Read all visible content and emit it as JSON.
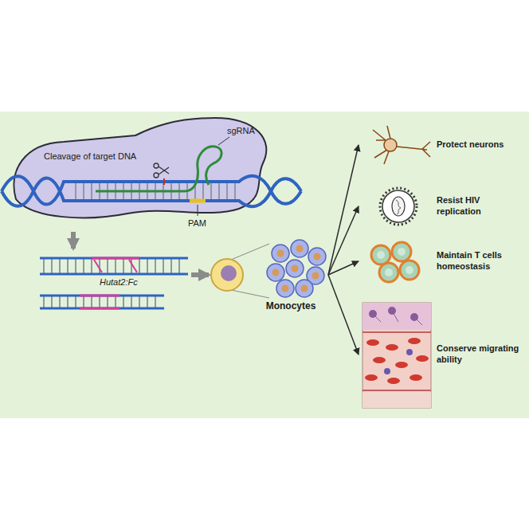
{
  "diagram": {
    "nodes": [
      {
        "text": [
          "Cleavage of target DNA",
          "sgRNA",
          "PAM"
        ]
      },
      {
        "text": [
          "Hutat2:Fc"
        ]
      },
      {
        "text": [
          "Monocytes"
        ]
      },
      {
        "text": [
          "Protect neurons"
        ]
      },
      {
        "text": [
          "Resist HIV replication"
        ]
      },
      {
        "text": [
          "Maintain T cells homeostasis"
        ]
      },
      {
        "text": [
          "Conserve migrating ability"
        ]
      }
    ],
    "edges": [
      {
        "from": 0,
        "to": 1,
        "arrow": "to"
      },
      {
        "from": 1,
        "to": 2,
        "arrow": "to"
      },
      {
        "from": 2,
        "to": 3,
        "arrow": "to"
      },
      {
        "from": 2,
        "to": 4,
        "arrow": "to"
      },
      {
        "from": 2,
        "to": 5,
        "arrow": "to"
      },
      {
        "from": 2,
        "to": 6,
        "arrow": "to"
      }
    ]
  }
}
